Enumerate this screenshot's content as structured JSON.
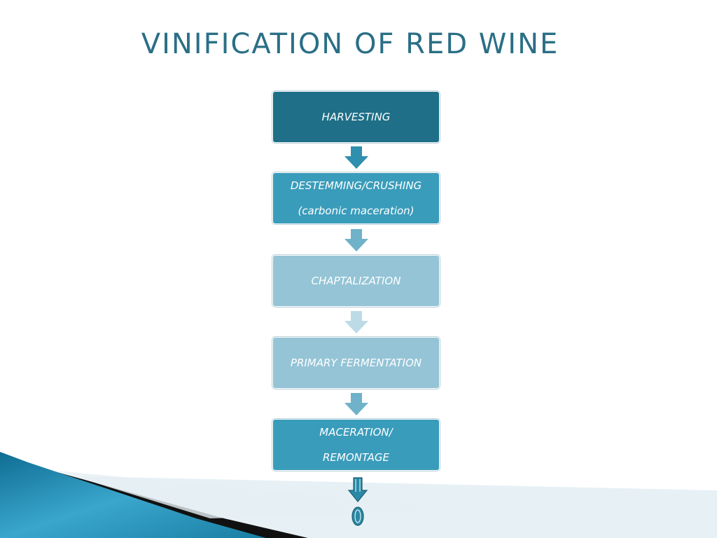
{
  "title": "VINIFICATION OF RED WINE",
  "steps": [
    {
      "lines": [
        "HARVESTING"
      ],
      "color": "#1e6f87"
    },
    {
      "lines": [
        "DESTEMMING/CRUSHING",
        "(carbonic maceration)"
      ],
      "color": "#3a9cbb"
    },
    {
      "lines": [
        "CHAPTALIZATION"
      ],
      "color": "#94c4d6"
    },
    {
      "lines": [
        "PRIMARY FERMENTATION"
      ],
      "color": "#94c4d6"
    },
    {
      "lines": [
        "MACERATION/",
        "REMONTAGE"
      ],
      "color": "#3a9cbb"
    }
  ],
  "arrow_colors": [
    "#2e8fae",
    "#6fb2c9",
    "#bcdbe6",
    "#6fb2c9"
  ],
  "colors": {
    "title": "#2a6f86",
    "final_arrow": "#2a8aa6",
    "decor_teal": "#1f82a8",
    "decor_black": "#111111",
    "decor_light": "#d7e8ef"
  }
}
